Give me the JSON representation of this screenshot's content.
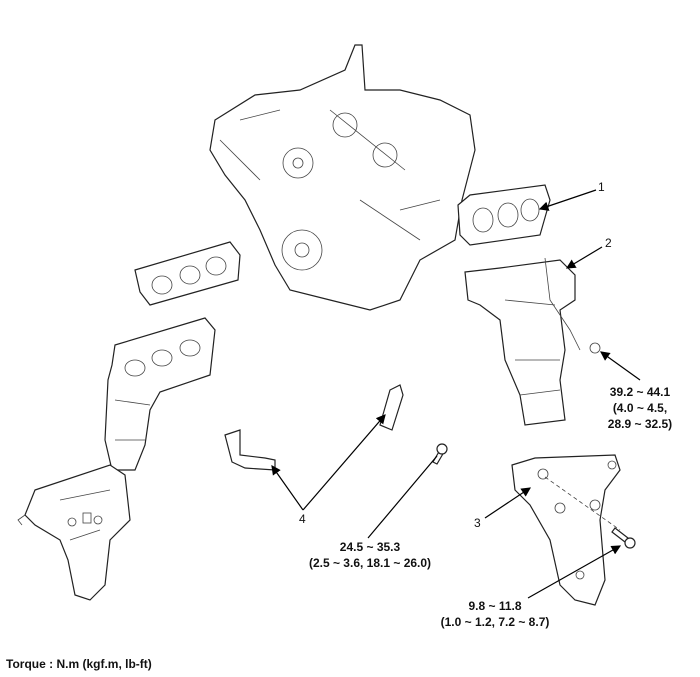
{
  "callouts": {
    "c1": "1",
    "c2": "2",
    "c3": "3",
    "c4": "4"
  },
  "torques": {
    "t_manifold_nut": [
      "39.2 ~ 44.1",
      "(4.0 ~ 4.5,",
      "28.9 ~ 32.5)"
    ],
    "t_bracket_bolt": [
      "24.5 ~ 35.3",
      "(2.5 ~ 3.6, 18.1 ~ 26.0)"
    ],
    "t_heat_protector_bolt": [
      "9.8 ~ 11.8",
      "(1.0 ~ 1.2, 7.2 ~ 8.7)"
    ]
  },
  "legend": "Torque : N.m (kgf.m, lb-ft)"
}
